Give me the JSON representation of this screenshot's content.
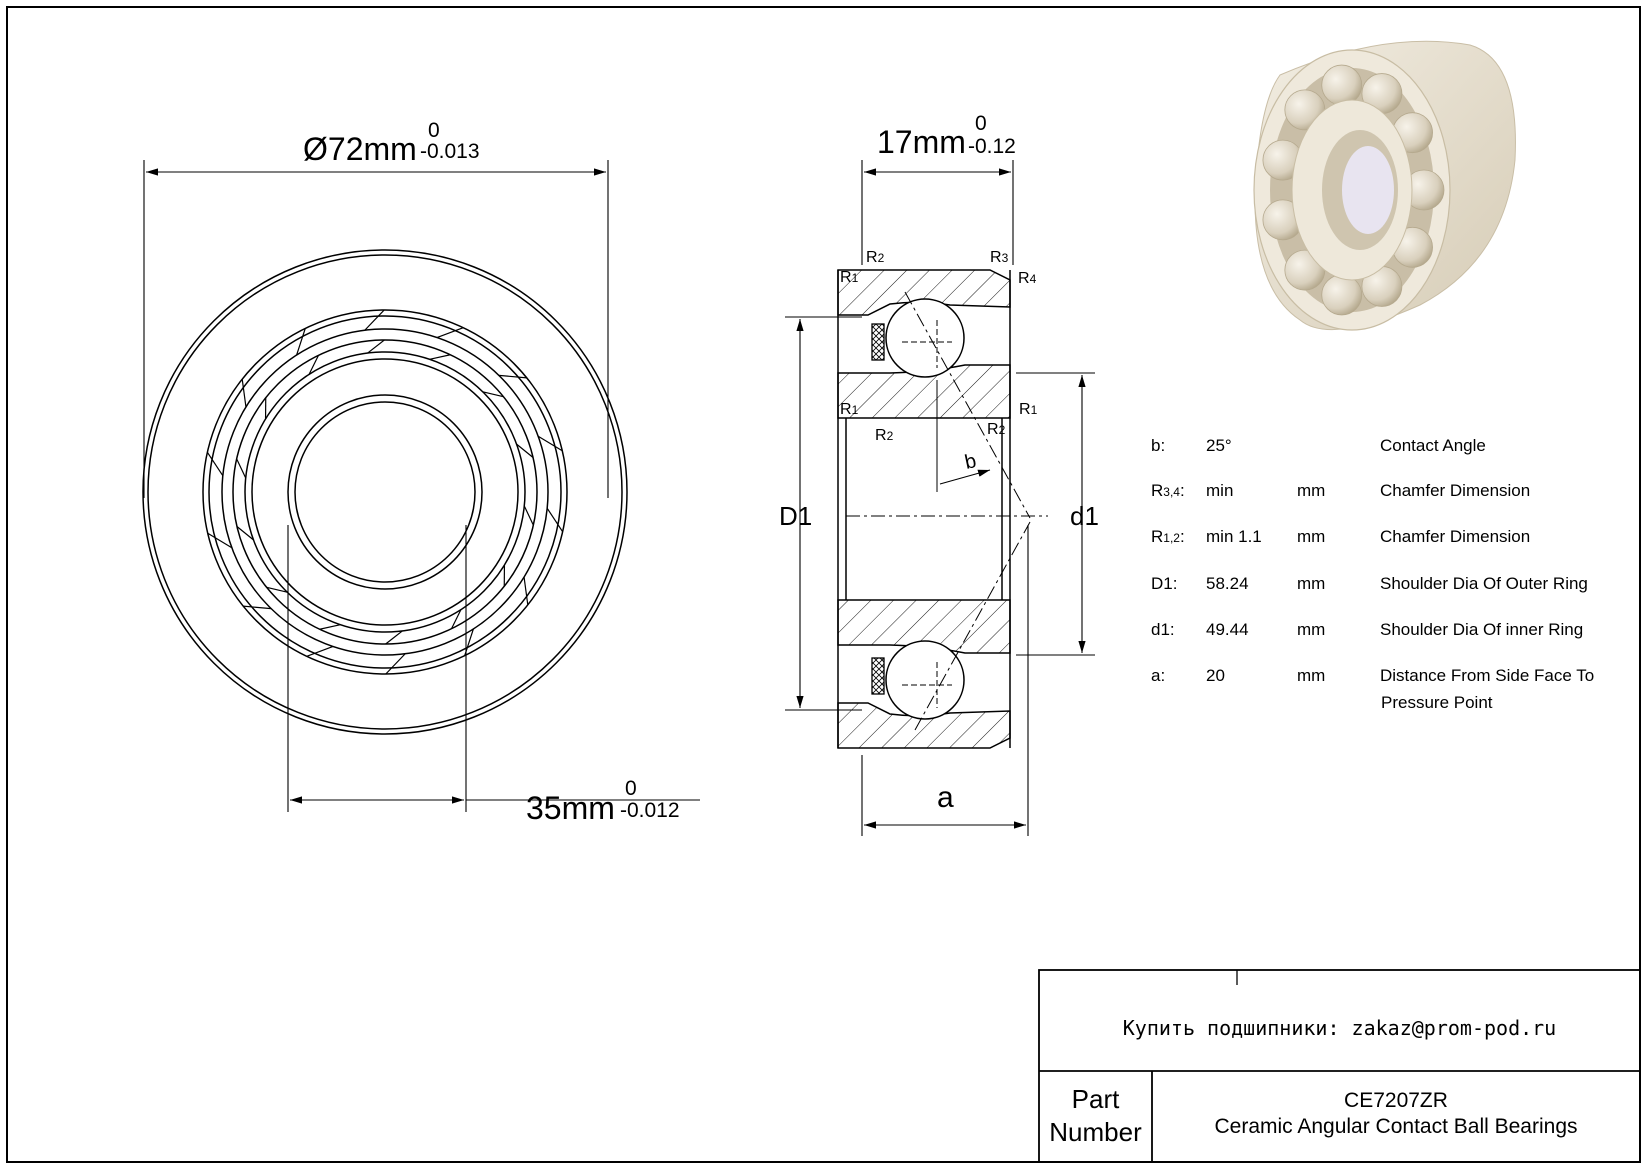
{
  "dimensions": {
    "outer_diameter": {
      "value": "Ø72mm",
      "upper": "0",
      "lower": "-0.013"
    },
    "width": {
      "value": "17mm",
      "upper": "0",
      "lower": "-0.12"
    },
    "bore": {
      "value": "35mm",
      "upper": "0",
      "lower": "-0.012"
    },
    "D1_label": "D1",
    "d1_label": "d1",
    "a_label": "a",
    "b_label": "b"
  },
  "radius_labels": {
    "r1": "R1",
    "r2": "R2",
    "r3": "R3",
    "r4": "R4"
  },
  "spec_table": [
    {
      "symbol": "b:",
      "value": "25°",
      "unit": "",
      "description": "Contact Angle"
    },
    {
      "symbol": "R3,4:",
      "value": "min",
      "unit": "mm",
      "description": "Chamfer Dimension"
    },
    {
      "symbol": "R1,2:",
      "value": "min  1.1",
      "unit": "mm",
      "description": "Chamfer Dimension"
    },
    {
      "symbol": "D1:",
      "value": "58.24",
      "unit": "mm",
      "description": "Shoulder Dia Of Outer Ring"
    },
    {
      "symbol": "d1:",
      "value": "49.44",
      "unit": "mm",
      "description": "Shoulder Dia Of inner Ring"
    },
    {
      "symbol": "a:",
      "value": "20",
      "unit": "mm",
      "description": "Distance From Side Face To",
      "description2": "Pressure Point"
    }
  ],
  "title_block": {
    "contact": "Купить подшипники: zakaz@prom-pod.ru",
    "part_label_1": "Part",
    "part_label_2": "Number",
    "part_number": "CE7207ZR",
    "part_description": "Ceramic Angular Contact Ball Bearings"
  },
  "colors": {
    "line": "#000000",
    "ceramic_light": "#efe9dc",
    "ceramic_shade": "#d8ceb8",
    "ceramic_dark": "#b8ab90"
  }
}
